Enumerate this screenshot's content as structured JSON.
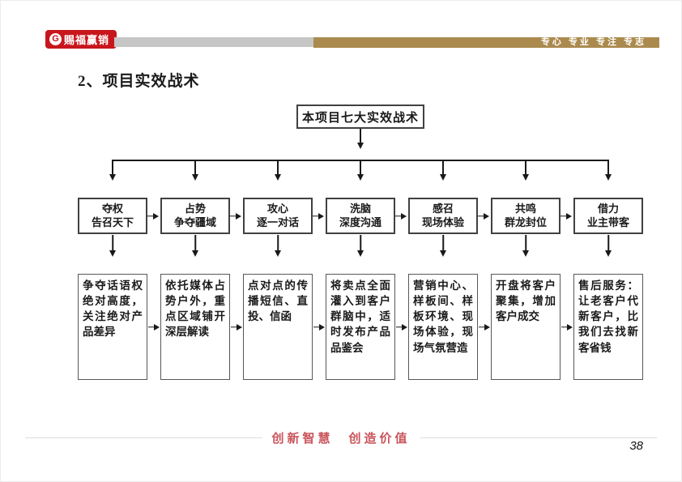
{
  "header": {
    "logo": {
      "icon_glyph": "G",
      "text": "赐福赢销"
    },
    "slogan": "专心 专业 专注 专志"
  },
  "title": "2、项目实效战术",
  "flowchart": {
    "root": "本项目七大实效战术",
    "columns": [
      {
        "tactic_line1": "夺权",
        "tactic_line2": "告召天下",
        "detail": "争夺话语权绝对高度，关注绝对产品差异"
      },
      {
        "tactic_line1": "占势",
        "tactic_line2": "争夺疆域",
        "detail": "依托媒体占势户外，重点区域铺开深层解读"
      },
      {
        "tactic_line1": "攻心",
        "tactic_line2": "逐一对话",
        "detail": "点对点的传播短信、直投、信函"
      },
      {
        "tactic_line1": "洗脑",
        "tactic_line2": "深度沟通",
        "detail": "将卖点全面灌入到客户群脑中，适时发布产品品鉴会"
      },
      {
        "tactic_line1": "感召",
        "tactic_line2": "现场体验",
        "detail": "营销中心、样板间、样板环境、现场体验，现场气氛营造"
      },
      {
        "tactic_line1": "共鸣",
        "tactic_line2": "群龙封位",
        "detail": "开盘将客户聚集，增加客户成交"
      },
      {
        "tactic_line1": "借力",
        "tactic_line2": "业主带客",
        "detail": "售后服务：让老客户代新客户，比我们去找新客省钱"
      }
    ]
  },
  "footer": {
    "slogan": "创新智慧　创造价值",
    "page_number": "38"
  },
  "colors": {
    "logo_red": "#c8161d",
    "bar_gray": "#c6c6c6",
    "bar_gold": "#ab8a4e",
    "footer_red": "#c9545a",
    "box_border": "#414141"
  }
}
